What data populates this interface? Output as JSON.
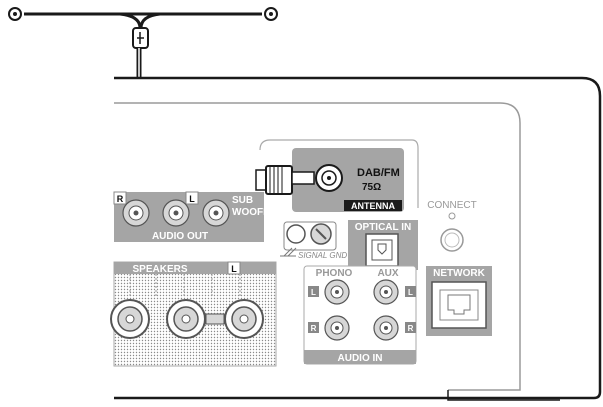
{
  "antenna_panel": {
    "title_line1": "DAB/FM",
    "title_line2": "75Ω",
    "label": "ANTENNA"
  },
  "audio_out": {
    "label": "AUDIO OUT",
    "right_marker": "R",
    "left_marker": "L",
    "subwoofer_line1": "SUB",
    "subwoofer_line2": "WOOFER"
  },
  "speakers": {
    "label": "SPEAKERS",
    "left_marker": "L"
  },
  "signal_gnd": {
    "label": "SIGNAL GND"
  },
  "optical_in": {
    "label": "OPTICAL IN"
  },
  "connect": {
    "label": "CONNECT"
  },
  "network": {
    "label": "NETWORK"
  },
  "audio_in": {
    "label": "AUDIO IN",
    "phono_label": "PHONO",
    "aux_label": "AUX",
    "l_marker": "L",
    "r_marker": "R"
  },
  "colors": {
    "panel_gray": "#a5a5a5",
    "label_dark": "#111111",
    "line": "#1a1a1a"
  }
}
